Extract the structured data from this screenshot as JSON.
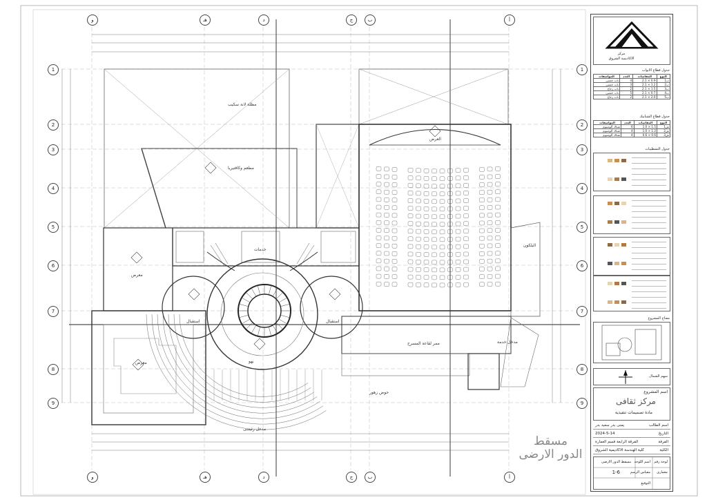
{
  "plan": {
    "title_line1": "مسقط",
    "title_line2": "الدور الارضى"
  },
  "grid": {
    "columns": [
      "و",
      "هـ",
      "د",
      "ج",
      "ب",
      "أ"
    ],
    "rows": [
      "1",
      "2",
      "3",
      "4",
      "5",
      "6",
      "7",
      "8",
      "9"
    ]
  },
  "rooms": {
    "open_space": "مظلة لانة سكيب",
    "restaurant": "مطعم وكافتيريا",
    "stage": "العرض",
    "balcony": "البلكون",
    "exhibit_left": "معرض",
    "exhibit_main": "معرض",
    "reception_right": "استقبال",
    "reception_left": "استقبال",
    "corridor": "ممر لقاعة المسرح",
    "garden": "حوض زهور",
    "main_entrance": "مدخل رئيسى",
    "service_entrance": "مدخل خدمة",
    "services": "خدمات",
    "lobby": "بهو"
  },
  "panel": {
    "logo_line1": "مركز",
    "logo_line2": "الأكاديمية الشروق",
    "doors_table_title": "جدول قطاع الابواب",
    "doors_headers": [
      "النوع",
      "المقاسات",
      "العدد",
      "المواصفات"
    ],
    "doors_rows": [
      [
        "ب1",
        "0.9 × 2.1",
        "4",
        "باب خشبى"
      ],
      [
        "ب2",
        "1.2 × 2.1",
        "3",
        "باب خشبى"
      ],
      [
        "ب3",
        "1.5 × 2.1",
        "2",
        "باب زجاج"
      ],
      [
        "ب4",
        "0.7 × 2.1",
        "5",
        "باب خشبى"
      ],
      [
        "ب5",
        "2.0 × 2.1",
        "2",
        "باب زجاج"
      ]
    ],
    "windows_table_title": "جدول قطاع الشبابيك",
    "windows_headers": [
      "النوع",
      "المقاسات",
      "العدد",
      "المواصفات"
    ],
    "windows_rows": [
      [
        "ش1",
        "1.5 × 1.0",
        "6",
        "شباك ألومنيوم"
      ],
      [
        "ش2",
        "1.2 × 1.0",
        "4",
        "شباك ألومنيوم"
      ],
      [
        "ش3",
        "0.6 × 0.6",
        "4",
        "شباك ألومنيوم"
      ]
    ],
    "finishes_title": "جدول التشطيبات",
    "keyplan_title": "مفتاح المشروع",
    "north_label": "سهم الشمال",
    "project_name_label": "اسم المشروع",
    "project_name": "مركز ثقافى",
    "course": "مادة تصميمات تنفيذية",
    "info": [
      [
        "اسم الطالب",
        "يمنى بدر سعيد بدر"
      ],
      [
        "التاريخ",
        "2024-5-14"
      ],
      [
        "الفرقة",
        "الفرقة الرابعة قسم العمارة"
      ],
      [
        "الكلية",
        "كلية الهندسة الاكاديمية الشروق"
      ]
    ],
    "drawing_name_label": "اسم اللوحة",
    "drawing_name": "مسقط الدور الارضى",
    "sheet_no_label": "لوحة رقم",
    "scale_label": "مقياس الرسم",
    "sheet_no": "1-6",
    "signature_label": "التوقيع",
    "scale_value": "معمارى"
  },
  "colors": {
    "line": "#333333",
    "light": "#9a9a9a",
    "accent": "#c8a470"
  }
}
